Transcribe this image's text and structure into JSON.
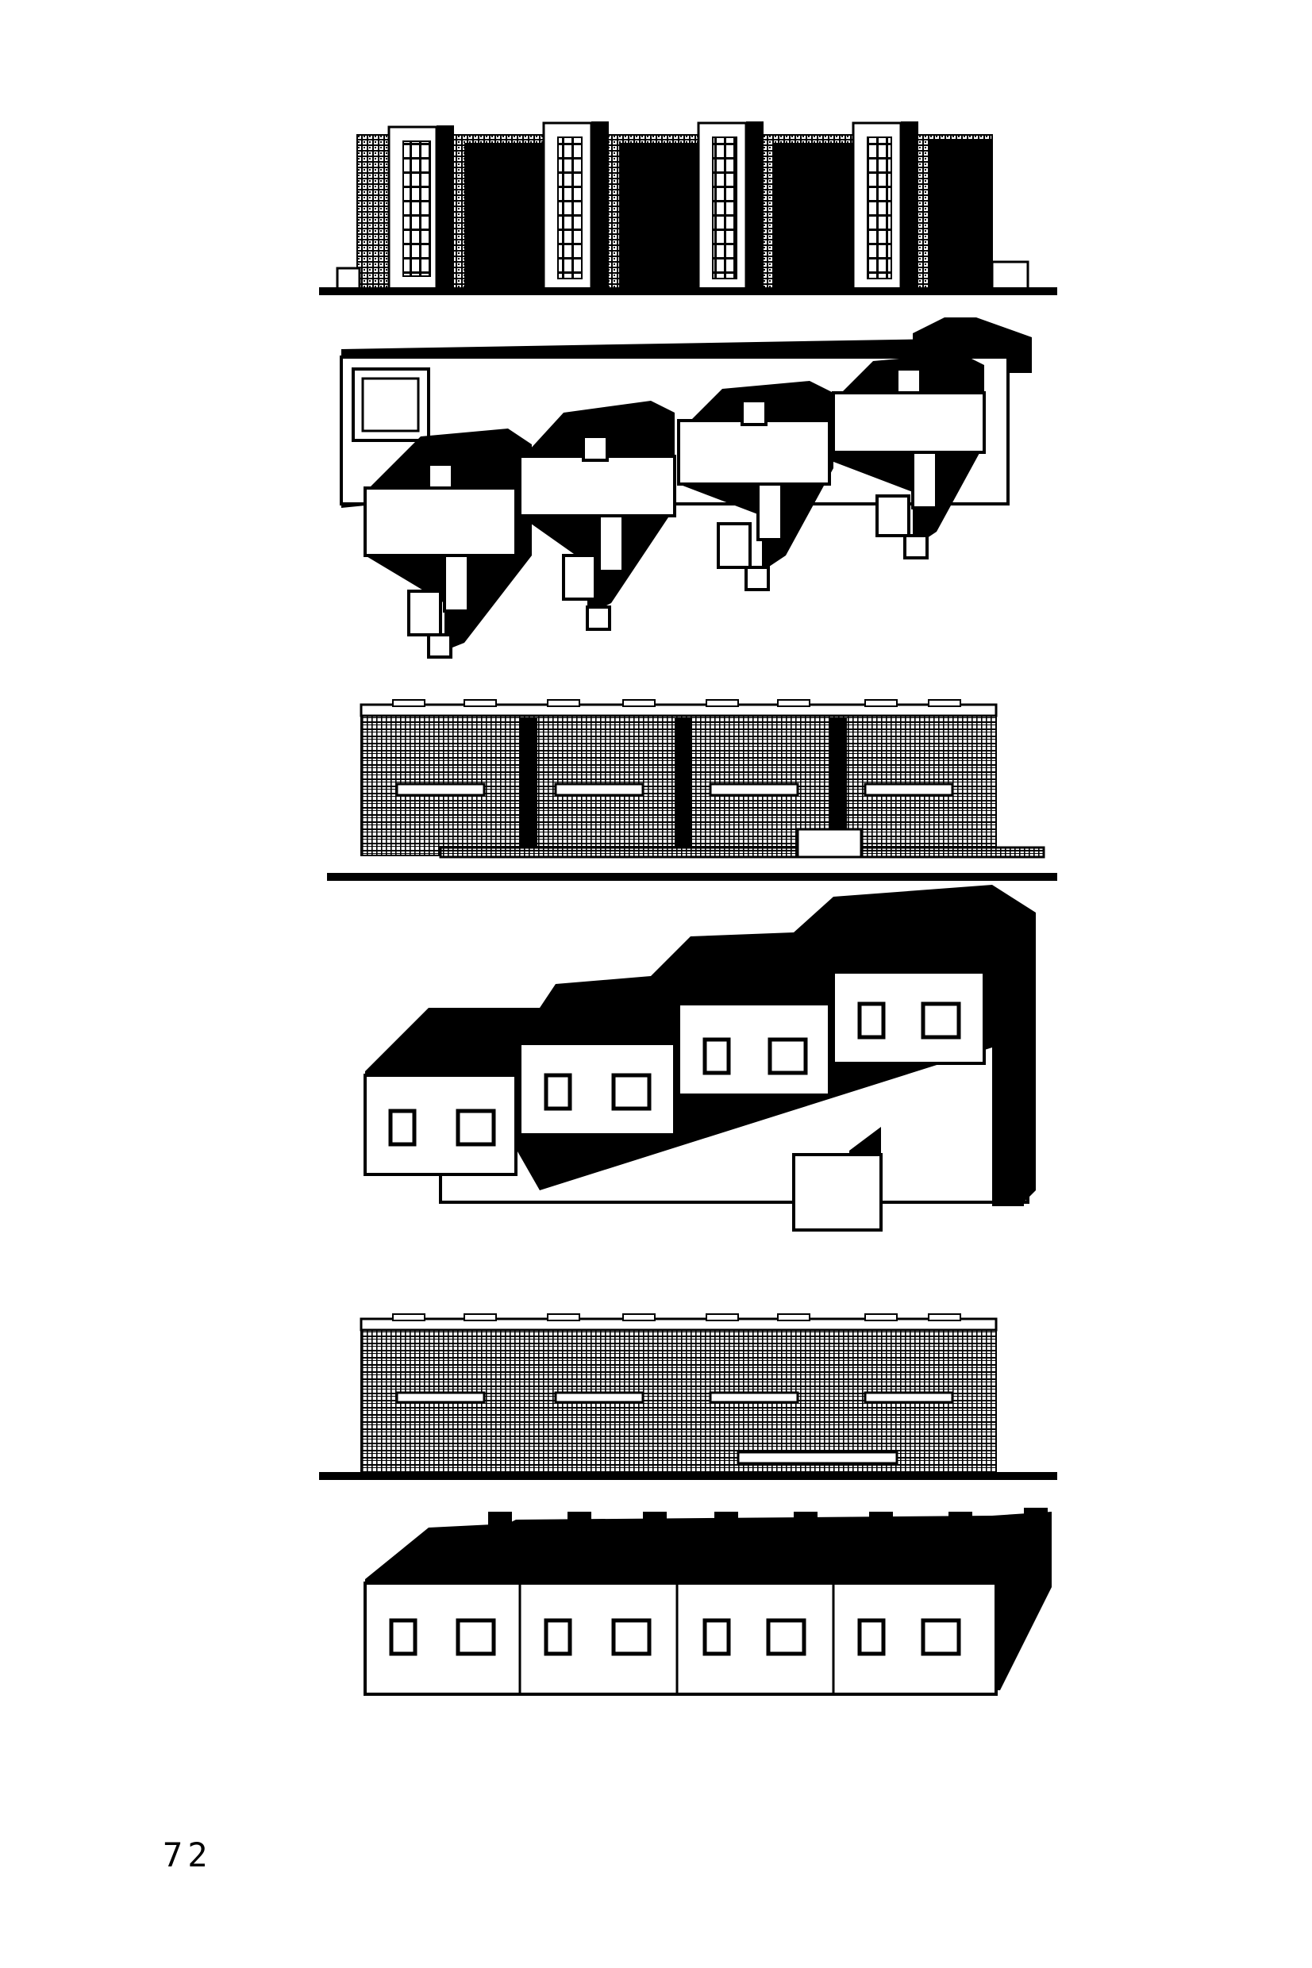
{
  "page": {
    "number": "72"
  },
  "colors": {
    "ink": "#000000",
    "paper": "#ffffff"
  },
  "illustration": {
    "description_icons": [
      "elevation-towers-drawing",
      "axonometric-plan-stepped-drawing",
      "elevation-block-front-drawing",
      "axonometric-stepped-block-drawing",
      "elevation-block-long-drawing",
      "axonometric-box-row-drawing"
    ]
  }
}
